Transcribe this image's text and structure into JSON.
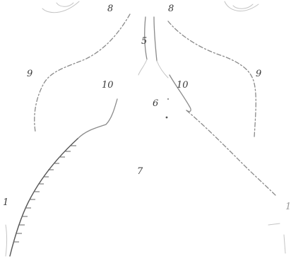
{
  "figure": {
    "labels": {
      "l_8a": "8",
      "l_8b": "8",
      "l_5": "5",
      "l_9a": "9",
      "l_10a": "10",
      "l_10b": "10",
      "l_9b": "9",
      "l_6": "6",
      "l_7": "7",
      "l_1a": "1",
      "l_1b": "1"
    }
  }
}
